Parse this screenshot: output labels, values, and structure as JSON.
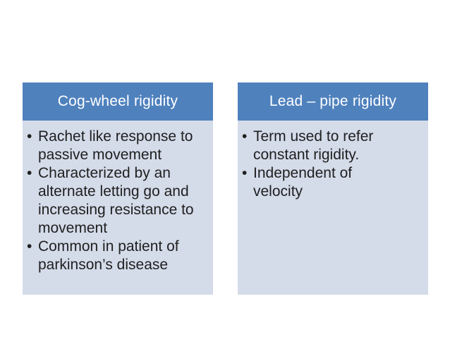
{
  "slide": {
    "columns": [
      {
        "title": "Cog-wheel rigidity",
        "bullets": [
          "Rachet like response to\npassive movement",
          "Characterized by an\nalternate letting go and\nincreasing resistance to\nmovement",
          "Common in patient of\nparkinson’s disease"
        ]
      },
      {
        "title": "Lead – pipe rigidity",
        "bullets": [
          "Term used to refer\nconstant rigidity.",
          "Independent of\nvelocity"
        ]
      }
    ],
    "colors": {
      "header_bg": "#4f81bd",
      "body_bg": "#d4dbe9",
      "header_text": "#ffffff",
      "body_text": "#1f1f1f",
      "slide_bg": "#ffffff"
    }
  }
}
